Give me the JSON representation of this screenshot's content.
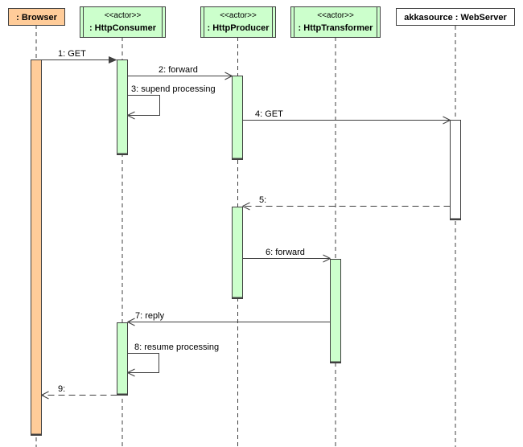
{
  "diagram": {
    "kind": "uml-sequence-diagram",
    "colors": {
      "background": "#ffffff",
      "browser_fill": "#ffcc99",
      "actor_fill": "#ccffcc",
      "webserver_fill": "#ffffff",
      "stroke": "#404040",
      "text": "#000000"
    },
    "participants": [
      {
        "name": ": Browser",
        "stereotype": "",
        "kind": "browser"
      },
      {
        "name": ": HttpConsumer",
        "stereotype": "<<actor>>",
        "kind": "actor"
      },
      {
        "name": ": HttpProducer",
        "stereotype": "<<actor>>",
        "kind": "actor"
      },
      {
        "name": ": HttpTransformer",
        "stereotype": "<<actor>>",
        "kind": "actor"
      },
      {
        "name": "akkasource : WebServer",
        "stereotype": "",
        "kind": "object"
      }
    ],
    "messages": [
      {
        "label": "1: GET",
        "from": ": Browser",
        "to": ": HttpConsumer",
        "line": "solid",
        "arrowhead": "filled"
      },
      {
        "label": "2: forward",
        "from": ": HttpConsumer",
        "to": ": HttpProducer",
        "line": "solid",
        "arrowhead": "open"
      },
      {
        "label": "3: supend processing",
        "from": ": HttpConsumer",
        "to": ": HttpConsumer",
        "line": "self",
        "arrowhead": "open"
      },
      {
        "label": "4: GET",
        "from": ": HttpProducer",
        "to": "akkasource : WebServer",
        "line": "solid",
        "arrowhead": "open"
      },
      {
        "label": "5:",
        "from": "akkasource : WebServer",
        "to": ": HttpProducer",
        "line": "dashed",
        "arrowhead": "open"
      },
      {
        "label": "6: forward",
        "from": ": HttpProducer",
        "to": ": HttpTransformer",
        "line": "solid",
        "arrowhead": "open"
      },
      {
        "label": "7: reply",
        "from": ": HttpTransformer",
        "to": ": HttpConsumer",
        "line": "solid",
        "arrowhead": "open"
      },
      {
        "label": "8: resume processing",
        "from": ": HttpConsumer",
        "to": ": HttpConsumer",
        "line": "self",
        "arrowhead": "open"
      },
      {
        "label": "9:",
        "from": ": HttpConsumer",
        "to": ": Browser",
        "line": "dashed",
        "arrowhead": "open"
      }
    ]
  }
}
